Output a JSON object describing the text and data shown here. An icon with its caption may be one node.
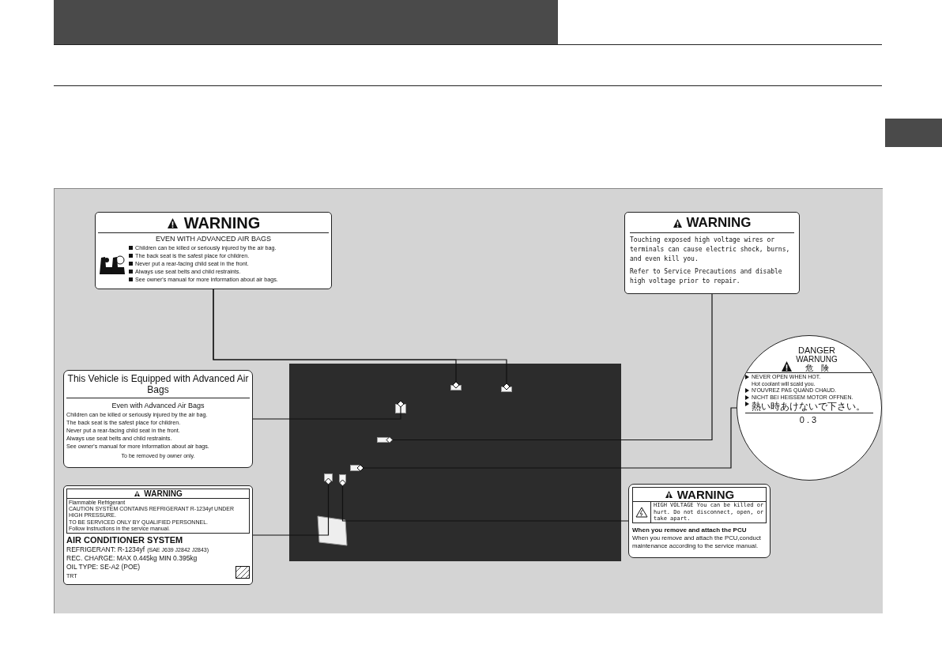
{
  "diagram": {
    "nodes": [
      {
        "text": [
          "WARNING",
          "EVEN WITH ADVANCED AIR BAGS",
          "Children can be killed or seriously injured by the air bag.",
          "The back seat is the safest place for children.",
          "Never put a rear-facing child seat in the front.",
          "Always use seat belts and child restraints.",
          "See owner's manual for more information about air bags."
        ]
      },
      {
        "text": [
          "WARNING",
          "Touching exposed high voltage wires or terminals can cause electric shock, burns, and even kill you.",
          "Refer to Service Precautions and disable high voltage prior to repair."
        ]
      },
      {
        "text": [
          "This Vehicle is Equipped with Advanced Air Bags",
          "Even with Advanced Air Bags",
          "Children can be killed or seriously injured by the air bag.",
          "The back seat is the safest place for children.",
          "Never put a rear-facing child seat in the front.",
          "Always use seat belts and child restraints.",
          "See owner's manual for more information about air bags.",
          "To be removed by owner only."
        ]
      },
      {
        "text": [
          "DANGER",
          "WARNUNG",
          "危　険",
          "NEVER OPEN WHEN HOT.",
          "Hot coolant will scald you.",
          "N'OUVREZ PAS QUAND CHAUD.",
          "NICHT BEI HEISSEM MOTOR OFFNEN.",
          "熱い時あけないで下さい。",
          "0.3"
        ]
      },
      {
        "text": [
          "WARNING",
          "Flammable Refrigerant",
          "CAUTION SYSTEM CONTAINS REFRIGERANT R-1234yf UNDER HIGH PRESSURE.",
          "TO BE SERVICED ONLY BY QUALIFIED PERSONNEL.",
          "Follow Instructions in the service manual.",
          "AIR CONDITIONER SYSTEM",
          "REFRIGERANT: R-1234yf",
          "(SAE J639 J2842 J2843)",
          "REC. CHARGE: MAX 0.445kg MIN 0.395kg",
          "OIL TYPE: SE-A2 (POE)",
          "TRT"
        ]
      },
      {
        "text": [
          "WARNING",
          "HIGH VOLTAGE You can be killed or hurt. Do not disconnect, open, or take apart.",
          "When you remove and attach the PCU",
          "When you remove and attach the PCU,conduct maintenance according to the service manual."
        ]
      },
      {
        "text": [],
        "shape": "picture"
      },
      {
        "text": [],
        "shape": "box",
        "in": 6
      },
      {
        "text": [],
        "shape": "box",
        "in": 6
      },
      {
        "text": [],
        "shape": "box",
        "in": 6
      },
      {
        "text": [],
        "shape": "box",
        "in": 6
      },
      {
        "text": [],
        "shape": "box",
        "in": 6
      },
      {
        "text": [],
        "shape": "box",
        "in": 6
      },
      {
        "text": [],
        "shape": "box",
        "in": 6
      }
    ],
    "edges": [
      {
        "from": 0,
        "to": 7,
        "arrow": "other"
      },
      {
        "from": 0,
        "to": 8,
        "arrow": "other"
      },
      {
        "from": 2,
        "to": 9,
        "arrow": "other"
      },
      {
        "from": 1,
        "to": 10,
        "arrow": "other"
      },
      {
        "from": 3,
        "to": 11,
        "arrow": "other"
      },
      {
        "from": 4,
        "to": 12,
        "arrow": "other"
      },
      {
        "from": 5,
        "to": 13,
        "arrow": "other"
      }
    ]
  }
}
